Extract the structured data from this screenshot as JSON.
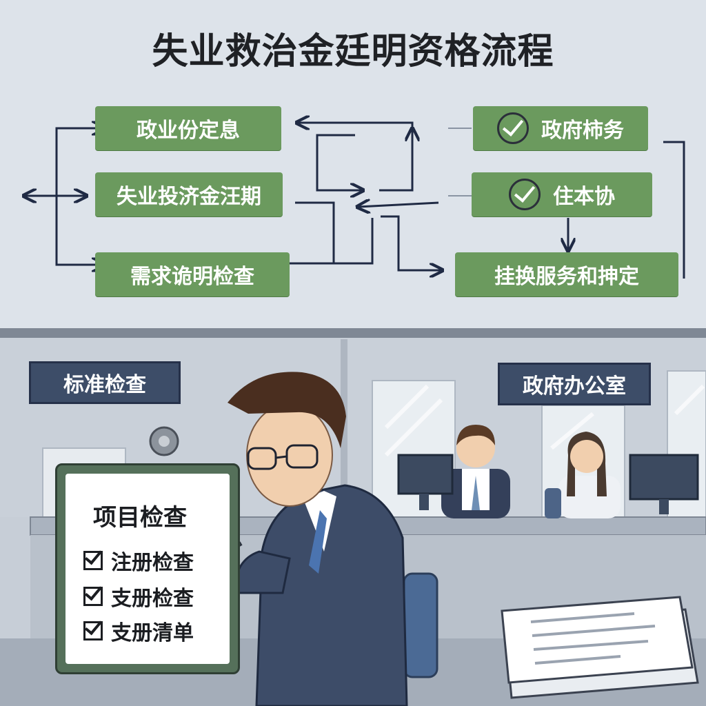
{
  "title": "失业救治金廷明资格流程",
  "flow": {
    "left_boxes": [
      "政业份定息",
      "失业投济金汪期",
      "需求诡明检查"
    ],
    "right_boxes": [
      "政府柿务",
      "住本协",
      "挂换服务和抻定"
    ]
  },
  "signs": {
    "left": "标准检查",
    "right": "政府办公室"
  },
  "clipboard": {
    "title": "项目检查",
    "items": [
      "注册检查",
      "支册检查",
      "支册清单"
    ]
  },
  "colors": {
    "box_green": "#6b9a5e",
    "connector": "#1f2a44",
    "sign_bg": "#3d4d68"
  }
}
